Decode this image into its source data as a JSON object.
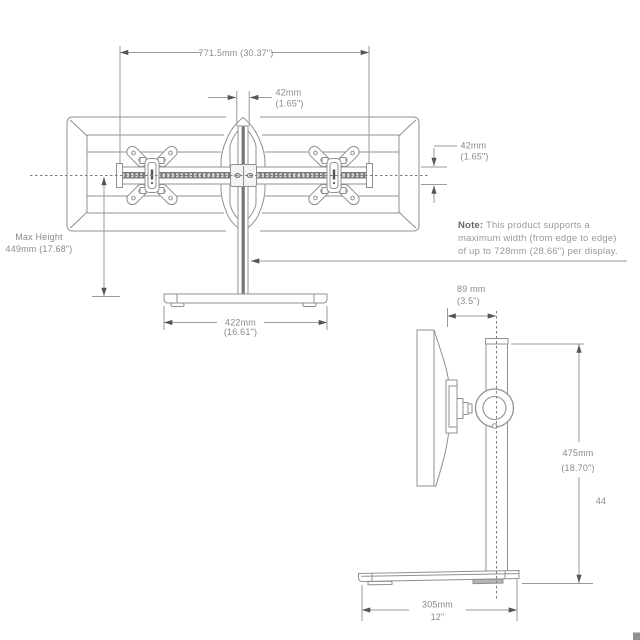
{
  "diagram": {
    "front_view": {
      "dim_width": "771.5mm (30.37\")",
      "dim_pole": {
        "l1": "42mm",
        "l2": "(1.65\")"
      },
      "dim_bar": {
        "l1": "42mm",
        "l2": "(1.65\")"
      },
      "dim_max": {
        "l1": "Max Height",
        "l2": "449mm (17.68\")"
      },
      "dim_base": {
        "l1": "422mm",
        "l2": "(16.61\")"
      }
    },
    "note": {
      "label": "Note:",
      "line1": " This product supports a",
      "line2": "maximum width (from edge to edge)",
      "line3": "of up to 728mm (28.66\") per display."
    },
    "side_view": {
      "dim_depth": {
        "l1": "89 mm",
        "l2": "(3.5\")"
      },
      "dim_height": {
        "l1": "475mm",
        "l2": "(18.70\")"
      },
      "dim_partial": "44",
      "dim_base": {
        "l1": "305mm",
        "l2": "12\""
      }
    },
    "colors": {
      "line": "#909090",
      "dark": "#555555",
      "text": "#8a8a8a"
    }
  }
}
